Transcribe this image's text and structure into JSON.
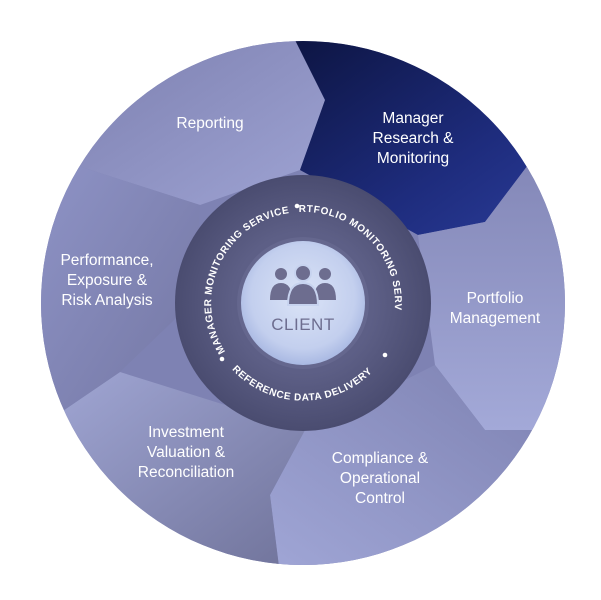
{
  "segments": [
    {
      "id": "reporting",
      "lines": [
        "Reporting"
      ]
    },
    {
      "id": "manager",
      "lines": [
        "Manager",
        "Research &",
        "Monitoring"
      ]
    },
    {
      "id": "portfolio",
      "lines": [
        "Portfolio",
        "Management"
      ]
    },
    {
      "id": "compliance",
      "lines": [
        "Compliance &",
        "Operational",
        "Control"
      ]
    },
    {
      "id": "valuation",
      "lines": [
        "Investment",
        "Valuation &",
        "Reconciliation"
      ]
    },
    {
      "id": "performance",
      "lines": [
        "Performance,",
        "Exposure &",
        "Risk Analysis"
      ]
    }
  ],
  "ring": {
    "manager_monitoring": "MANAGER MONITORING SERVICE",
    "portfolio_monitoring": "PORTFOLIO MONITORING SERVICE",
    "reference_data": "REFERENCE DATA DELIVERY"
  },
  "center": {
    "label": "CLIENT",
    "icon": "people-group-icon"
  },
  "colors": {
    "segment": "#8a8fc0",
    "segment_light": "#a2a8d5",
    "highlight": "#1c2a78",
    "highlight_dark": "#0d1543",
    "inner_ring": "#55577c",
    "client_circle": "#c7d3ef",
    "client_text": "#6d6d8f"
  }
}
